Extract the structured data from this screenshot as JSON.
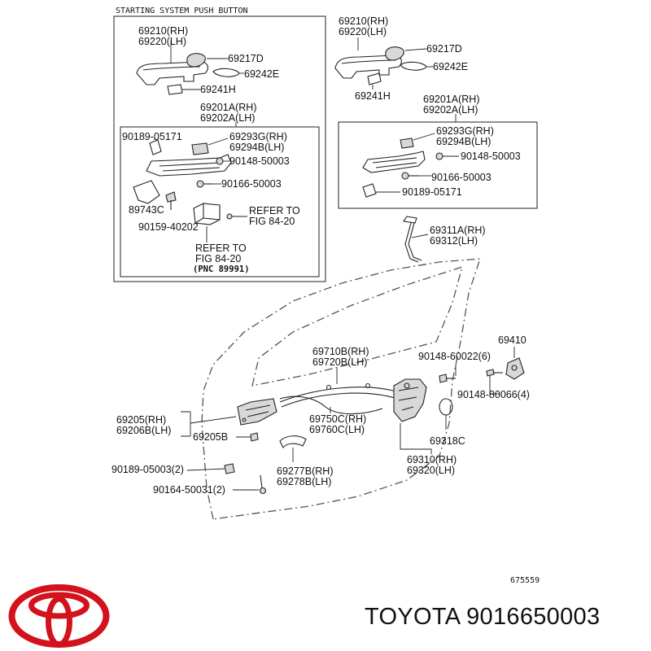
{
  "diagram": {
    "inset_title": "STARTING SYSTEM PUSH BUTTON",
    "ref_number": "675559",
    "colors": {
      "logo_red": "#d2121c"
    },
    "labels": {
      "a1": "69210(RH)",
      "a2": "69220(LH)",
      "a3": "69217D",
      "a4": "69242E",
      "a5": "69241H",
      "a6": "69201A(RH)",
      "a7": "69202A(LH)",
      "a8": "90189-05171",
      "a9": "69293G(RH)",
      "a10": "69294B(LH)",
      "a11": "90148-50003",
      "a12": "90166-50003",
      "a13": "89743C",
      "a14": "90159-40202",
      "a15": "REFER TO",
      "a16": "FIG 84-20",
      "a17": "REFER TO",
      "a18": "FIG 84-20",
      "a19": "(PNC 89991)",
      "b1": "69210(RH)",
      "b2": "69220(LH)",
      "b3": "69217D",
      "b4": "69242E",
      "b5": "69241H",
      "b6": "69201A(RH)",
      "b7": "69202A(LH)",
      "b8": "69293G(RH)",
      "b9": "69294B(LH)",
      "b10": "90148-50003",
      "b11": "90166-50003",
      "b12": "90189-05171",
      "c1": "69311A(RH)",
      "c2": "69312(LH)",
      "c3": "69410",
      "c4": "90148-60022(6)",
      "c5": "90148-80066(4)",
      "c6": "69710B(RH)",
      "c7": "69720B(LH)",
      "c8": "69205(RH)",
      "c9": "69206B(LH)",
      "c10": "69205B",
      "c11": "69750C(RH)",
      "c12": "69760C(LH)",
      "c13": "69318C",
      "c14": "90189-05003(2)",
      "c15": "69277B(RH)",
      "c16": "69278B(LH)",
      "c17": "69310(RH)",
      "c18": "69320(LH)",
      "c19": "90164-50031(2)"
    }
  },
  "footer": {
    "brand_text": "TOYOTA 9016650003",
    "logo_icon": "toyota-logo"
  }
}
